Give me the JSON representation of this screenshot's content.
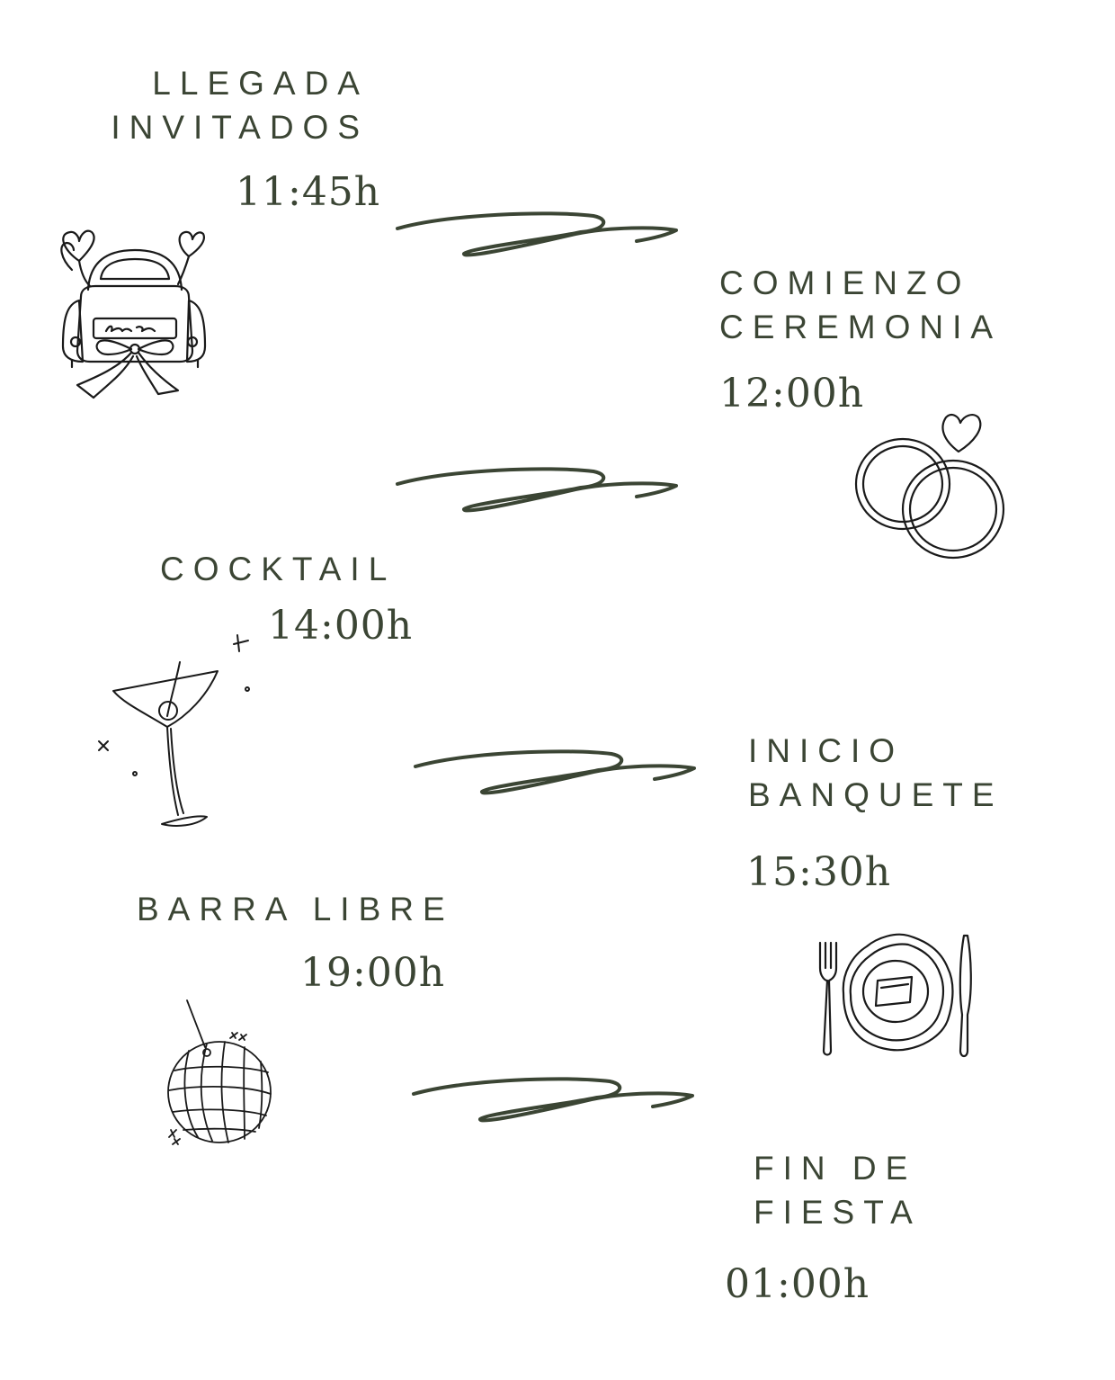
{
  "events": [
    {
      "title": "LLEGADA\nINVITADOS",
      "time": "11:45h",
      "icon": "wedding-car-icon"
    },
    {
      "title": "COMIENZO\nCEREMONIA",
      "time": "12:00h",
      "icon": "rings-icon"
    },
    {
      "title": "COCKTAIL",
      "time": "14:00h",
      "icon": "cocktail-glass-icon"
    },
    {
      "title": "INICIO\nBANQUETE",
      "time": "15:30h",
      "icon": "place-setting-icon"
    },
    {
      "title": "BARRA LIBRE",
      "time": "19:00h",
      "icon": "disco-ball-icon"
    },
    {
      "title": "FIN DE\nFIESTA",
      "time": "01:00h",
      "icon": ""
    }
  ],
  "colors": {
    "accent": "#3b4534",
    "line_art": "#1a1a1a"
  }
}
